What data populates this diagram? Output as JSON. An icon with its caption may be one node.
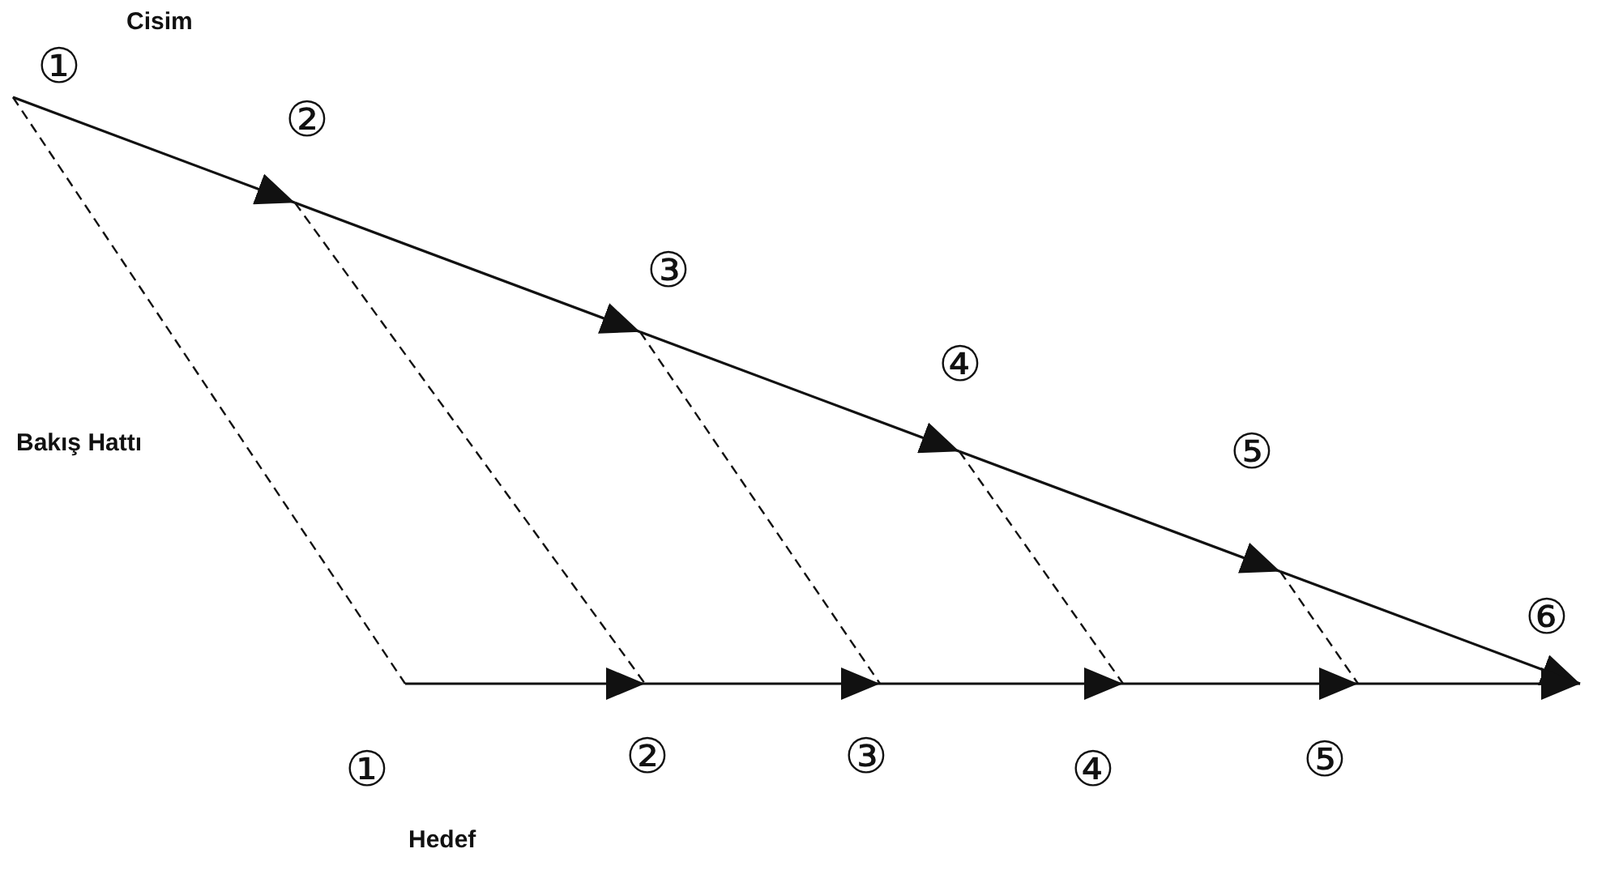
{
  "diagram": {
    "nodes": [
      {
        "text": [
          "①"
        ],
        "beside": [
          "Cisim"
        ]
      },
      {
        "text": [
          "②"
        ]
      },
      {
        "text": [
          "③"
        ]
      },
      {
        "text": [
          "④"
        ]
      },
      {
        "text": [
          "⑤"
        ]
      },
      {
        "text": [
          "⑥"
        ]
      },
      {
        "text": [
          "①"
        ],
        "beside": [
          "Hedef"
        ]
      },
      {
        "text": [
          "②"
        ]
      },
      {
        "text": [
          "③"
        ]
      },
      {
        "text": [
          "④"
        ]
      },
      {
        "text": [
          "⑤"
        ]
      }
    ],
    "edges": [
      {
        "from": 0,
        "to": 1,
        "arrow": "to"
      },
      {
        "from": 1,
        "to": 2,
        "arrow": "to"
      },
      {
        "from": 2,
        "to": 3,
        "arrow": "to"
      },
      {
        "from": 3,
        "to": 4,
        "arrow": "to"
      },
      {
        "from": 4,
        "to": 5,
        "arrow": "to"
      },
      {
        "from": 6,
        "to": 7,
        "arrow": "to"
      },
      {
        "from": 7,
        "to": 8,
        "arrow": "to"
      },
      {
        "from": 8,
        "to": 9,
        "arrow": "to"
      },
      {
        "from": 9,
        "to": 10,
        "arrow": "to"
      },
      {
        "from": 10,
        "to": 5,
        "arrow": "to"
      },
      {
        "from": 0,
        "to": 6,
        "arrow": "none",
        "style": "dashed"
      },
      {
        "from": 1,
        "to": 7,
        "arrow": "none",
        "style": "dashed"
      },
      {
        "from": 2,
        "to": 8,
        "arrow": "none",
        "style": "dashed"
      },
      {
        "from": 3,
        "to": 9,
        "arrow": "none",
        "style": "dashed"
      },
      {
        "from": 4,
        "to": 10,
        "arrow": "none",
        "style": "dashed"
      }
    ],
    "labels": [
      "Bakış Hattı"
    ]
  }
}
